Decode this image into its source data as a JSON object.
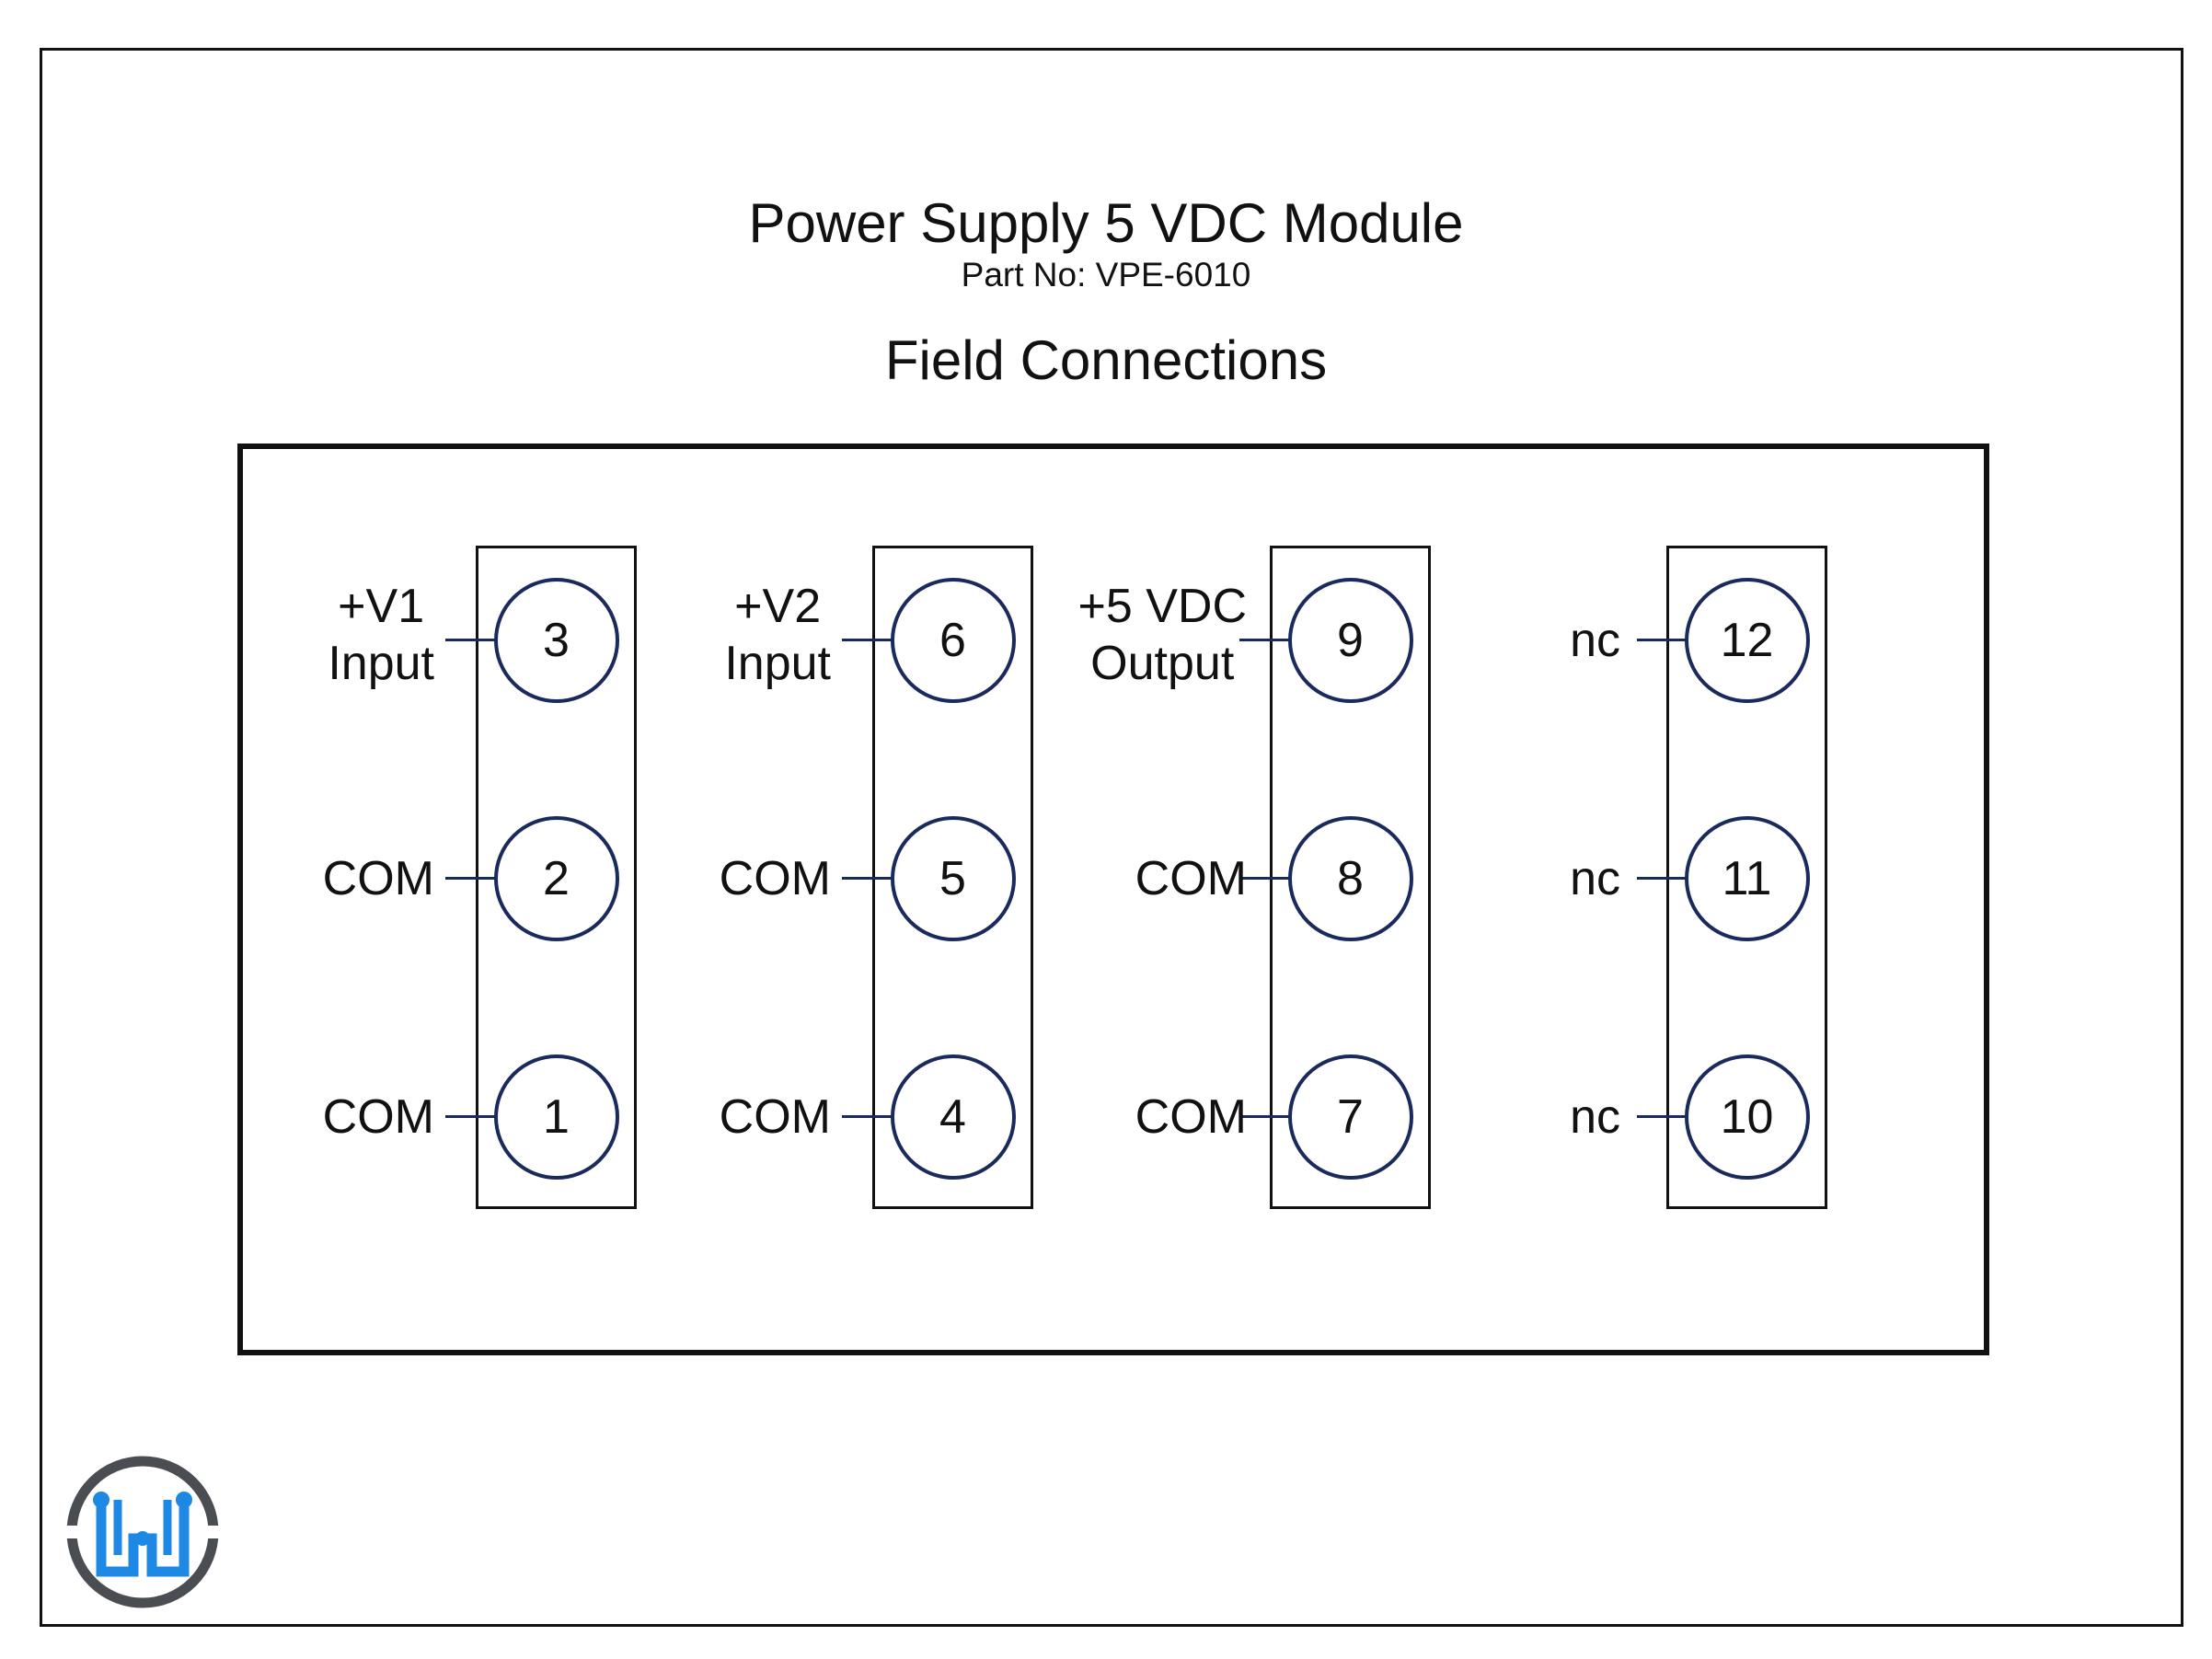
{
  "title": "Power Supply 5 VDC Module",
  "part_number": "Part No: VPE-6010",
  "section_title": "Field Connections",
  "terminal_blocks": [
    {
      "terminals": [
        {
          "number": "3",
          "label": "+V1\nInput"
        },
        {
          "number": "2",
          "label": "COM"
        },
        {
          "number": "1",
          "label": "COM"
        }
      ]
    },
    {
      "terminals": [
        {
          "number": "6",
          "label": "+V2\nInput"
        },
        {
          "number": "5",
          "label": "COM"
        },
        {
          "number": "4",
          "label": "COM"
        }
      ]
    },
    {
      "terminals": [
        {
          "number": "9",
          "label": "+5 VDC\nOutput"
        },
        {
          "number": "8",
          "label": "COM"
        },
        {
          "number": "7",
          "label": "COM"
        }
      ]
    },
    {
      "terminals": [
        {
          "number": "12",
          "label": "nc"
        },
        {
          "number": "11",
          "label": "nc"
        },
        {
          "number": "10",
          "label": "nc"
        }
      ]
    }
  ],
  "colors": {
    "wire": "#1b2a5c",
    "outline": "#111111",
    "logo_ring": "#4a4d52",
    "logo_mark": "#1e88e5"
  },
  "logo_icon": "company-logo-icon"
}
